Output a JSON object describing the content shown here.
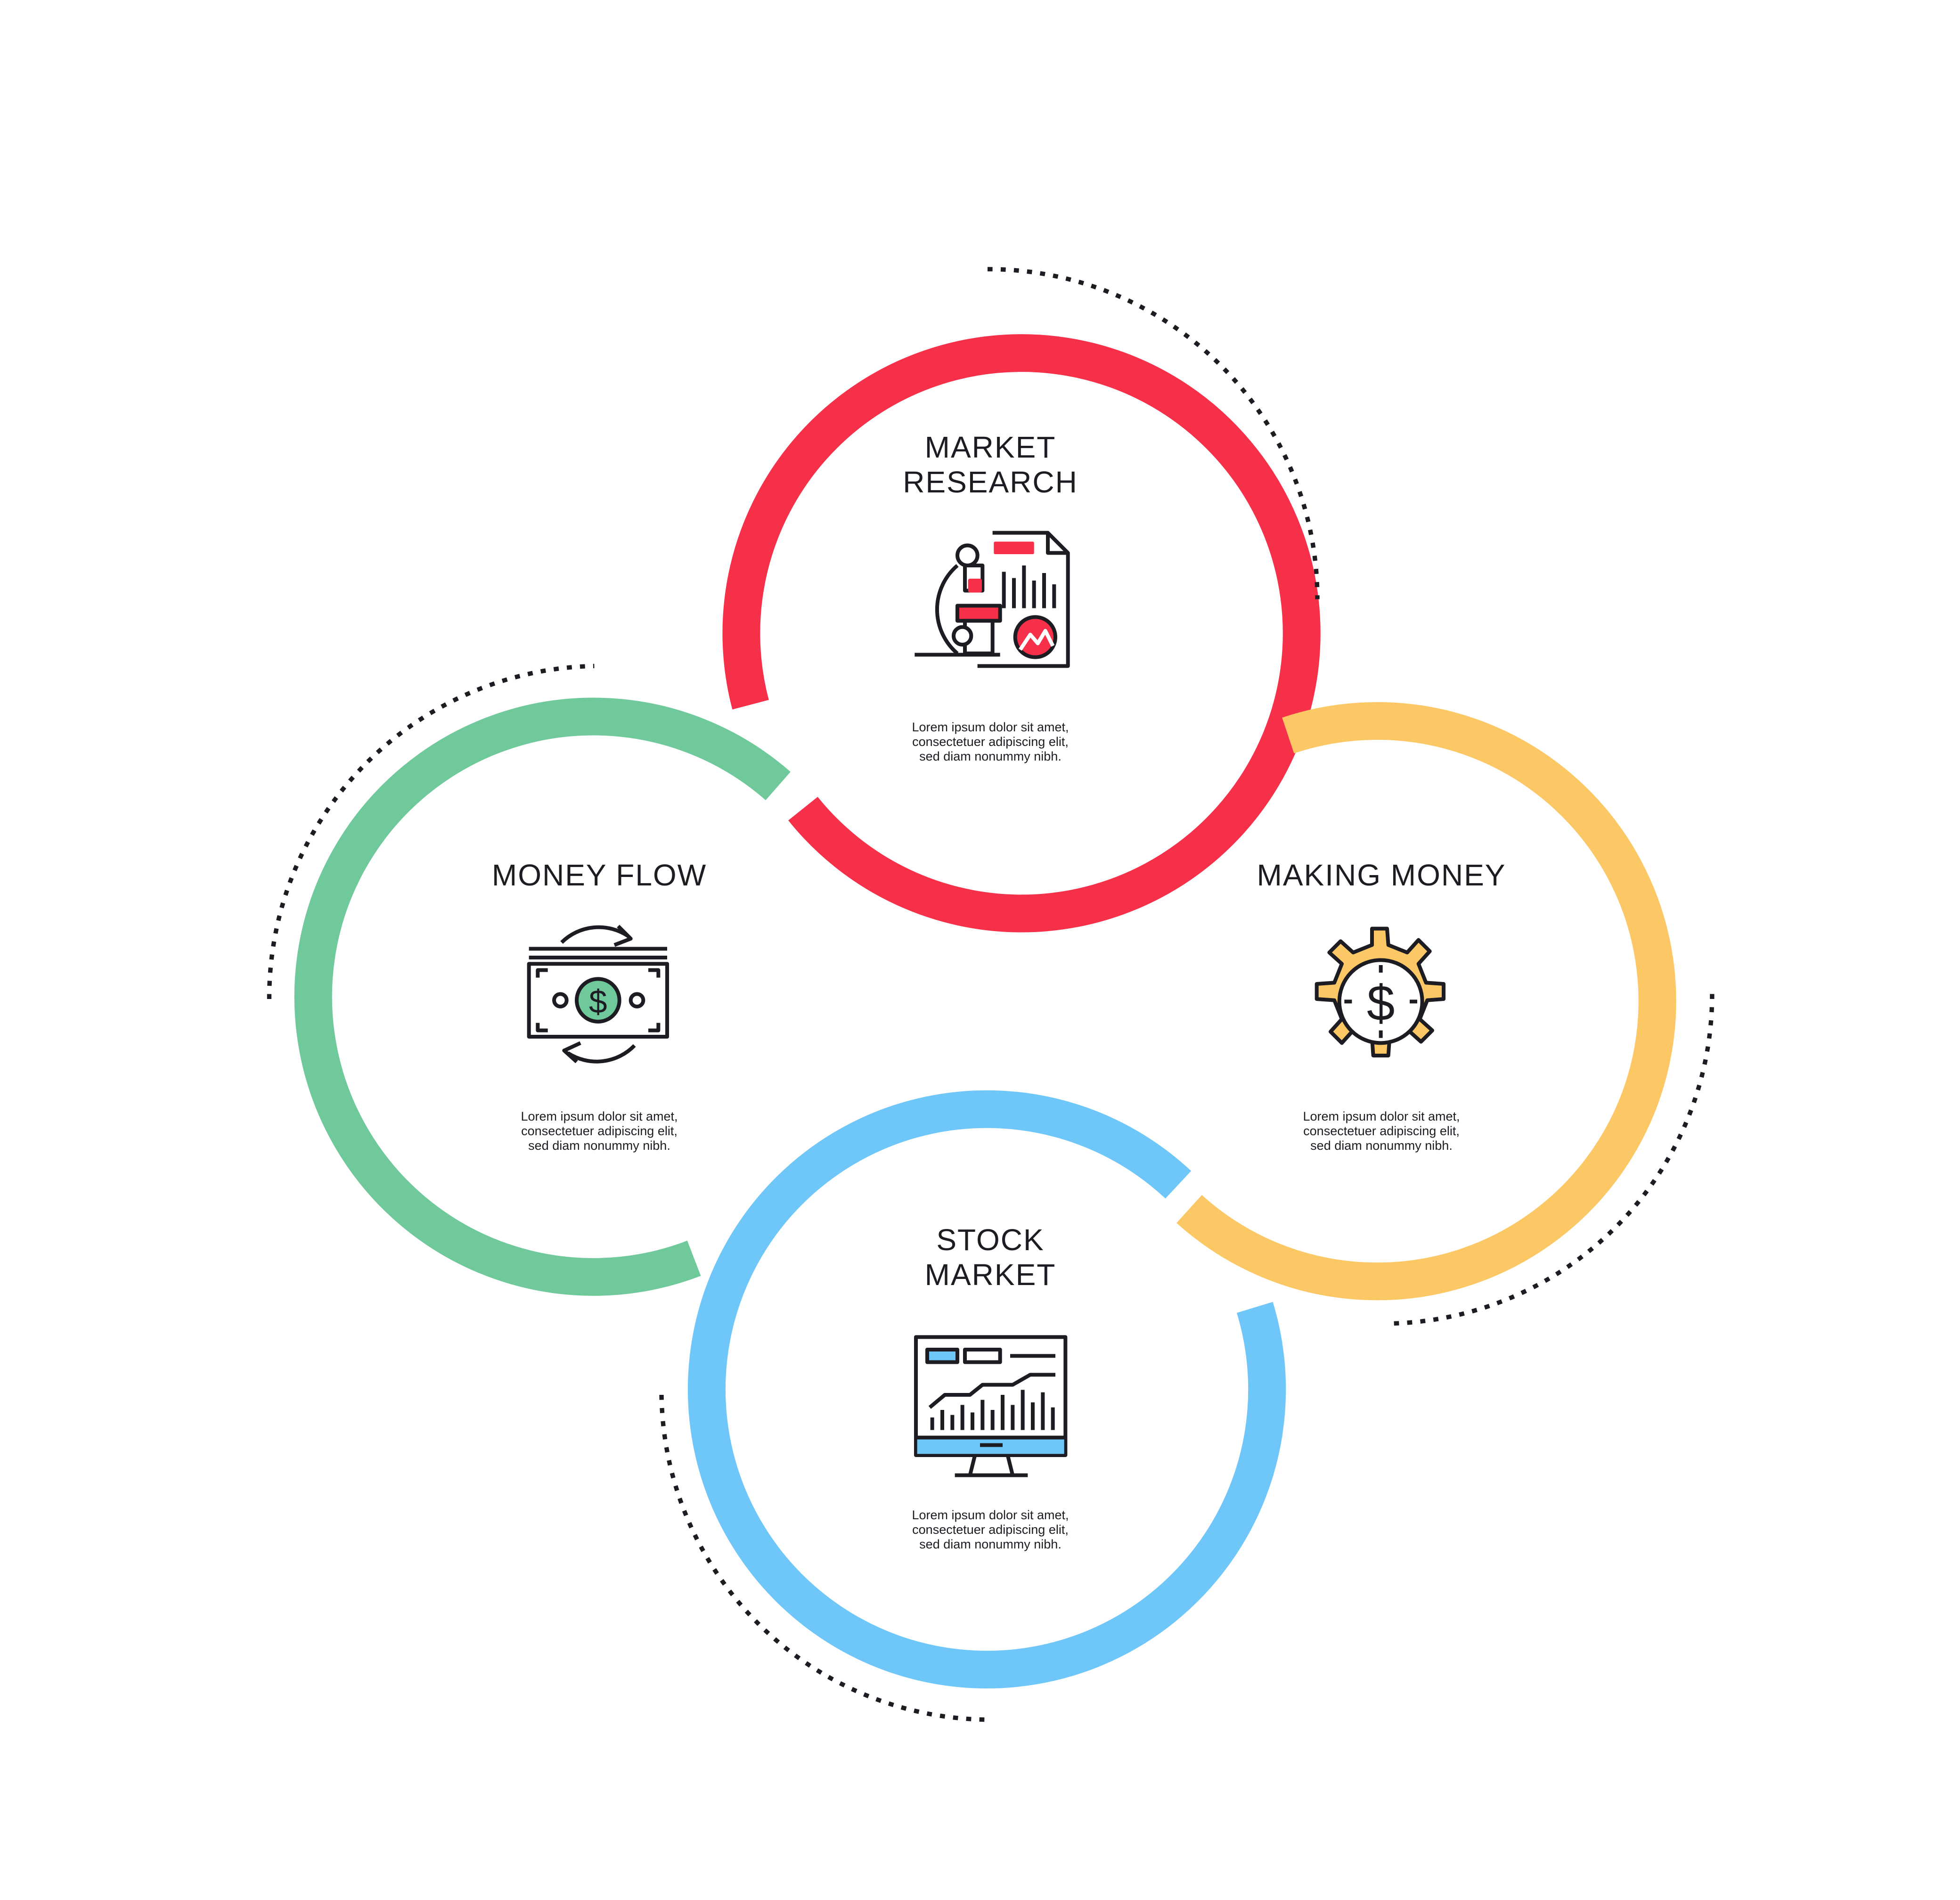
{
  "diagram": {
    "nodes": [
      {
        "id": "market-research",
        "title_lines": [
          "MARKET",
          "RESEARCH"
        ],
        "body_lines": [
          "Lorem ipsum dolor sit amet,",
          "consectetuer adipiscing elit,",
          "sed diam nonummy nibh."
        ],
        "color": "#f7304a",
        "icon": "microscope-report-icon"
      },
      {
        "id": "money-flow",
        "title_lines": [
          "MONEY FLOW"
        ],
        "body_lines": [
          "Lorem ipsum dolor sit amet,",
          "consectetuer adipiscing elit,",
          "sed diam nonummy nibh."
        ],
        "color": "#70c99b",
        "icon": "cash-flow-icon"
      },
      {
        "id": "making-money",
        "title_lines": [
          "MAKING MONEY"
        ],
        "body_lines": [
          "Lorem ipsum dolor sit amet,",
          "consectetuer adipiscing elit,",
          "sed diam nonummy nibh."
        ],
        "color": "#fcc765",
        "icon": "dollar-gear-icon"
      },
      {
        "id": "stock-market",
        "title_lines": [
          "STOCK",
          "MARKET"
        ],
        "body_lines": [
          "Lorem ipsum dolor sit amet,",
          "consectetuer adipiscing elit,",
          "sed diam nonummy nibh."
        ],
        "color": "#6ec6f9",
        "icon": "stock-monitor-icon"
      }
    ],
    "line_color": "#1c1c22"
  }
}
